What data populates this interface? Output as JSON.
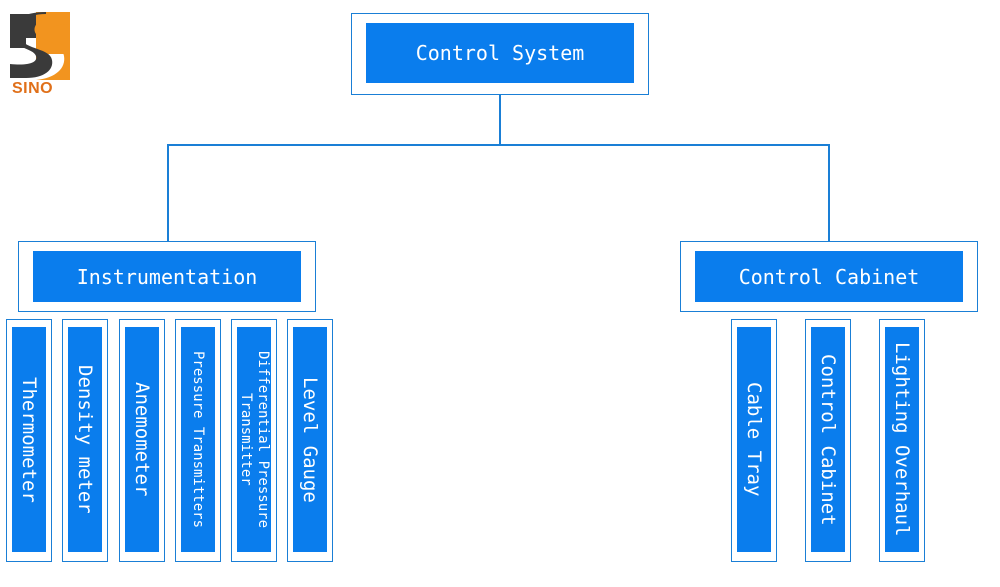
{
  "logo": {
    "text": "SINO",
    "colors": {
      "orange": "#f2941f",
      "dark": "#3a3a3a"
    }
  },
  "colors": {
    "box": "#0a7ded",
    "frame": "#1a7fd6",
    "connector": "#1a7fd6",
    "text": "#ffffff"
  },
  "root": {
    "label": "Control System"
  },
  "branches": [
    {
      "label": "Instrumentation",
      "children": [
        "Thermometer",
        "Density meter",
        "Anemometer",
        "Pressure Transmitters",
        "Differential Pressure Transmitter",
        "Level Gauge"
      ]
    },
    {
      "label": "Control Cabinet",
      "children": [
        "Cable Tray",
        "Control Cabinet",
        "Lighting Overhaul"
      ]
    }
  ]
}
